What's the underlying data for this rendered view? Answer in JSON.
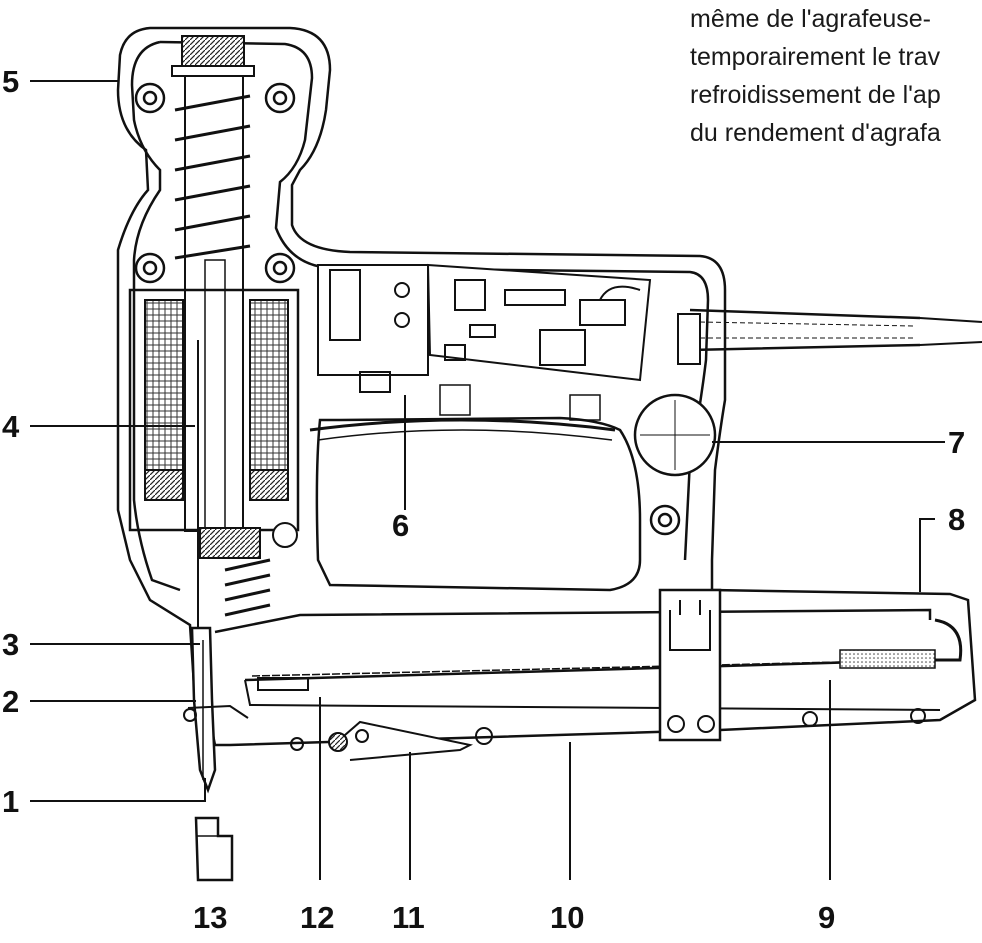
{
  "text_block": {
    "lines": [
      "même de l'agrafeuse-",
      "temporairement le trav",
      "refroidissement de l'ap",
      "du rendement d'agrafa"
    ]
  },
  "callouts": {
    "c1": "1",
    "c2": "2",
    "c3": "3",
    "c4": "4",
    "c5": "5",
    "c6": "6",
    "c7": "7",
    "c8": "8",
    "c9": "9",
    "c10": "10",
    "c11": "11",
    "c12": "12",
    "c13": "13"
  },
  "colors": {
    "ink": "#111111",
    "paper": "#ffffff"
  }
}
